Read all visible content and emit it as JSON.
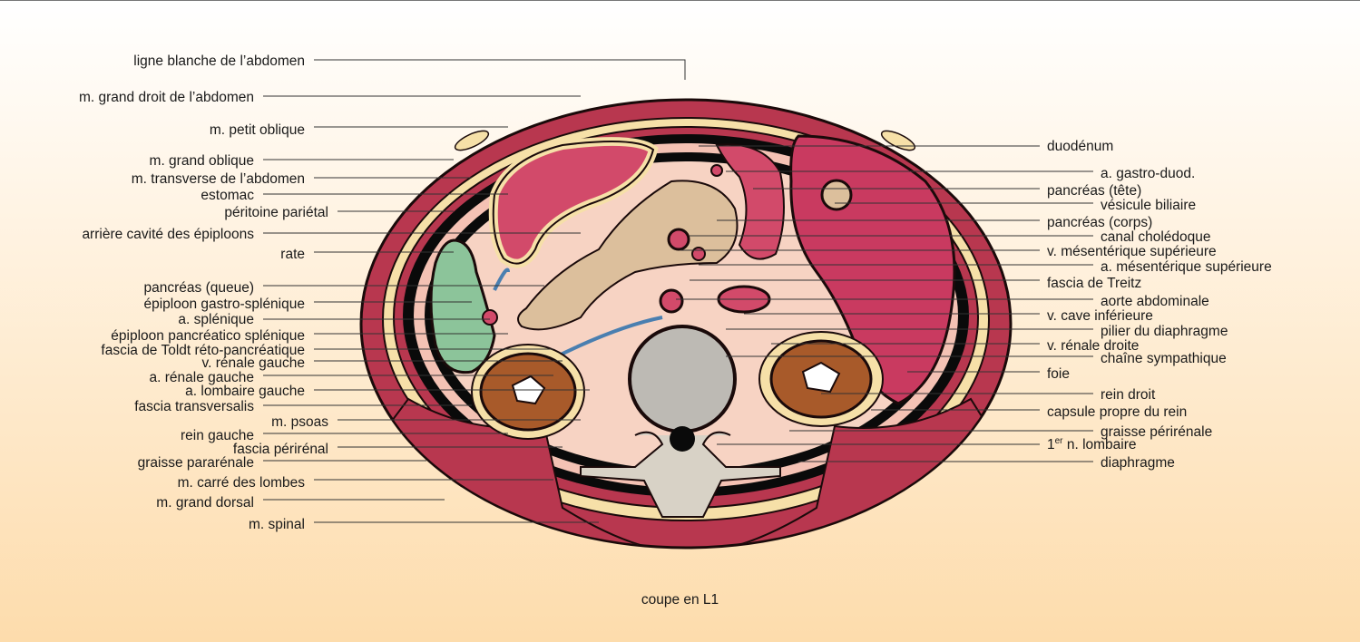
{
  "caption": "coupe en L1",
  "colors": {
    "muscle": "#b8374f",
    "organ_red": "#d24a6a",
    "fat": "#f6e0a8",
    "pancreas": "#dcbf9c",
    "spleen": "#8cc49a",
    "kidney": "#a85a2a",
    "peritoneum": "#f4c2b4",
    "black": "#0a0a0a"
  },
  "labels_left": [
    "ligne blanche de l’abdomen",
    "m. grand droit de l’abdomen",
    "m. petit oblique",
    "m. grand oblique",
    "m. transverse de l’abdomen",
    "estomac",
    "péritoine pariétal",
    "arrière cavité des épiploons",
    "rate",
    "pancréas (queue)",
    "épiploon gastro-splénique",
    "a. splénique",
    "épiploon pancréatico splénique",
    "fascia de Toldt réto-pancréatique",
    "v. rénale gauche",
    "a. rénale gauche",
    "a. lombaire gauche",
    "fascia transversalis",
    "m. psoas",
    "rein gauche",
    "fascia périrénal",
    "graisse pararénale",
    "m. carré des lombes",
    "m. grand dorsal",
    "m. spinal"
  ],
  "labels_right": [
    "duodénum",
    "a.  gastro-duod.",
    "pancréas (tête)",
    "vésicule biliaire",
    "pancréas (corps)",
    "canal cholédoque",
    "v. mésentérique supérieure",
    "a. mésentérique supérieure",
    "fascia de Treitz",
    "aorte abdominale",
    "v. cave inférieure",
    "pilier du diaphragme",
    "v. rénale droite",
    "chaîne sympathique",
    "foie",
    "rein droit",
    "capsule propre du rein",
    "graisse périrénale",
    "diaphragme"
  ],
  "nerve_label": {
    "number": "1",
    "sup": "er",
    "text": " n. lombaire"
  }
}
